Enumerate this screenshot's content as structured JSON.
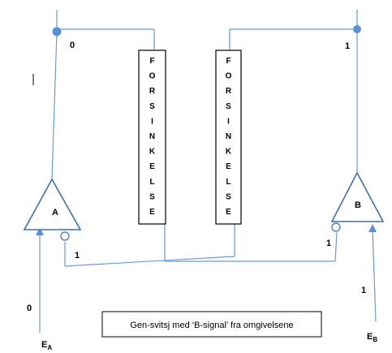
{
  "gate_a": {
    "label": "A"
  },
  "gate_b": {
    "label": "B"
  },
  "delay_left": {
    "text": "FORSINKELSE"
  },
  "delay_right": {
    "text": "FORSINKELSE"
  },
  "signals": {
    "a_output": "0",
    "b_output": "1",
    "a_inverted_input": "1",
    "b_inverted_input": "1",
    "ea_value": "0",
    "eb_value": "1"
  },
  "inputs": {
    "ea": {
      "main": "E",
      "sub": "A"
    },
    "eb": {
      "main": "E",
      "sub": "B"
    }
  },
  "caption": "Gen-svitsj med ‘B-signal’ fra omgivelsene",
  "colors": {
    "wire": "#6b9bc9",
    "gate_outline": "#3f6fa6",
    "junction": "#5b8fd1"
  }
}
